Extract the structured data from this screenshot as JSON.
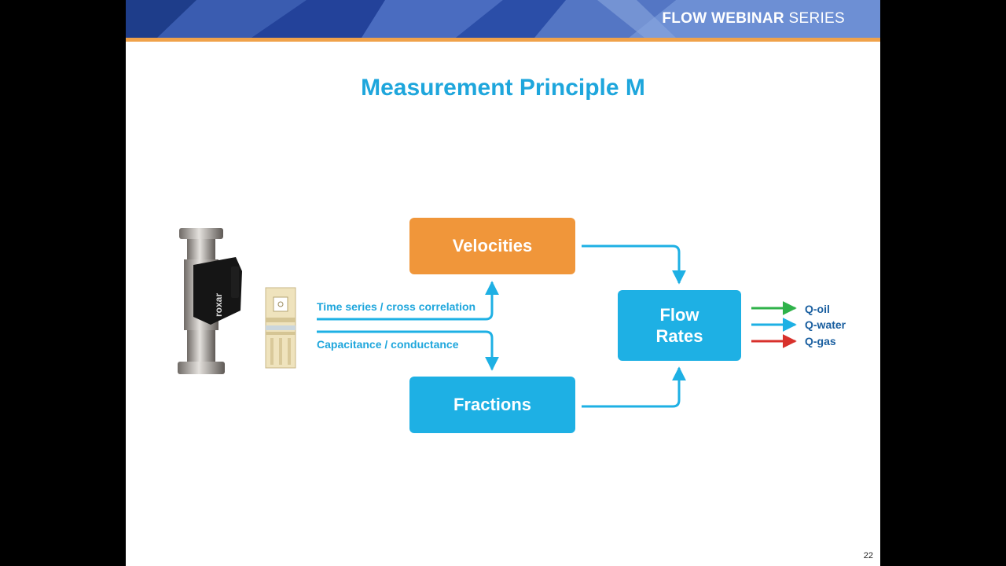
{
  "header": {
    "series_bold": "FLOW WEBINAR",
    "series_light": "SERIES"
  },
  "slide": {
    "title": "Measurement Principle M",
    "page_number": "22"
  },
  "diagram": {
    "nodes": {
      "velocities": "Velocities",
      "fractions": "Fractions",
      "flow_line1": "Flow",
      "flow_line2": "Rates"
    },
    "edge_labels": {
      "time_series": "Time series / cross correlation",
      "capacitance": "Capacitance / conductance"
    },
    "outputs": [
      {
        "label": "Q-oil",
        "color": "#2fb24a"
      },
      {
        "label": "Q-water",
        "color": "#1eb0e4"
      },
      {
        "label": "Q-gas",
        "color": "#d8312c"
      }
    ],
    "device_logo": "roxar"
  },
  "colors": {
    "accent_blue": "#1ea6dc",
    "orange": "#f0963a",
    "banner_blue": "#2a4a9c",
    "banner_rule": "#f0a24a"
  }
}
